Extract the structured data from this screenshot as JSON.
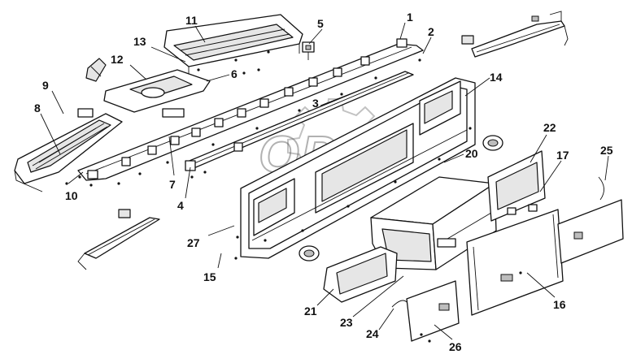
{
  "watermark": {
    "text": "OPEX"
  },
  "callouts": [
    {
      "id": "c1",
      "label": "1"
    },
    {
      "id": "c2",
      "label": "2"
    },
    {
      "id": "c3",
      "label": "3"
    },
    {
      "id": "c4",
      "label": "4"
    },
    {
      "id": "c5",
      "label": "5"
    },
    {
      "id": "c6",
      "label": "6"
    },
    {
      "id": "c7",
      "label": "7"
    },
    {
      "id": "c8",
      "label": "8"
    },
    {
      "id": "c9",
      "label": "9"
    },
    {
      "id": "c10",
      "label": "10"
    },
    {
      "id": "c11",
      "label": "11"
    },
    {
      "id": "c12",
      "label": "12"
    },
    {
      "id": "c13",
      "label": "13"
    },
    {
      "id": "c14",
      "label": "14"
    },
    {
      "id": "c15",
      "label": "15"
    },
    {
      "id": "c16",
      "label": "16"
    },
    {
      "id": "c17",
      "label": "17"
    },
    {
      "id": "c20",
      "label": "20"
    },
    {
      "id": "c21",
      "label": "21"
    },
    {
      "id": "c22",
      "label": "22"
    },
    {
      "id": "c23",
      "label": "23"
    },
    {
      "id": "c24",
      "label": "24"
    },
    {
      "id": "c25",
      "label": "25"
    },
    {
      "id": "c26",
      "label": "26"
    },
    {
      "id": "c27",
      "label": "27"
    }
  ]
}
